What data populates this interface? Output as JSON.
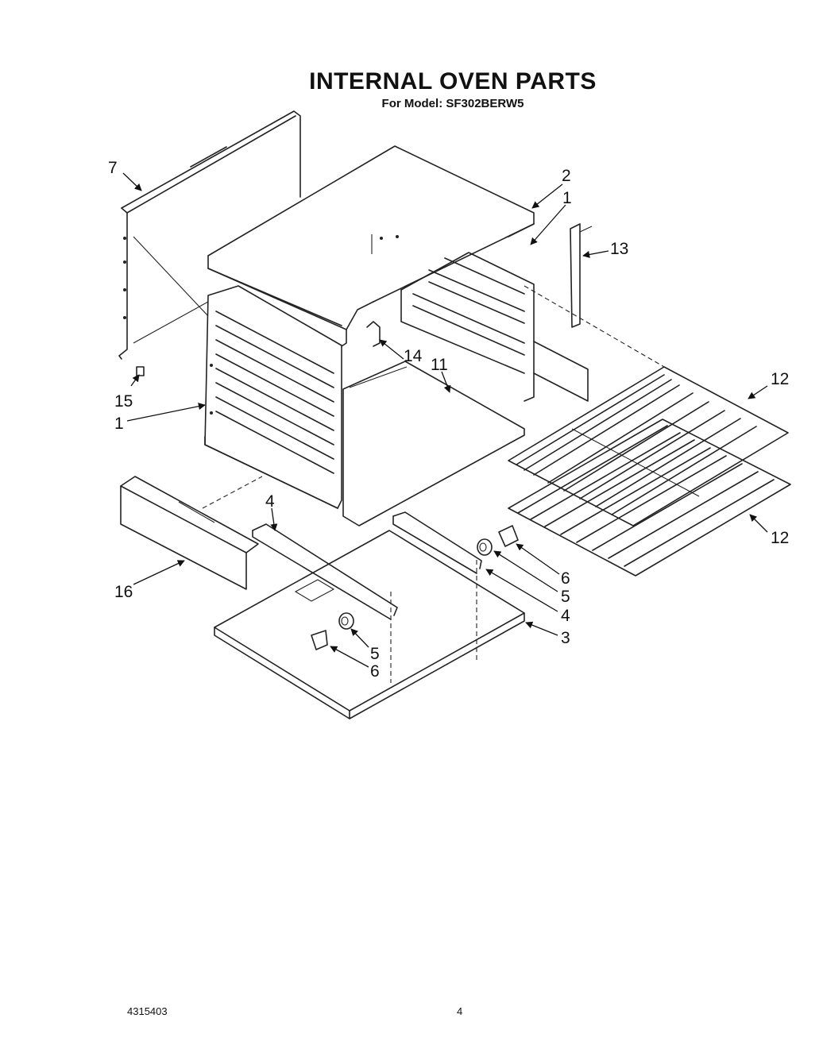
{
  "header": {
    "title": "INTERNAL OVEN PARTS",
    "subtitle": "For Model: SF302BERW5"
  },
  "footer": {
    "doc_number": "4315403",
    "page_number": "4"
  },
  "callouts": {
    "c1a": "1",
    "c1b": "1",
    "c2": "2",
    "c3": "3",
    "c4a": "4",
    "c4b": "4",
    "c5a": "5",
    "c5b": "5",
    "c6a": "6",
    "c6b": "6",
    "c7": "7",
    "c11": "11",
    "c12a": "12",
    "c12b": "12",
    "c13": "13",
    "c14": "14",
    "c15": "15",
    "c16": "16"
  }
}
